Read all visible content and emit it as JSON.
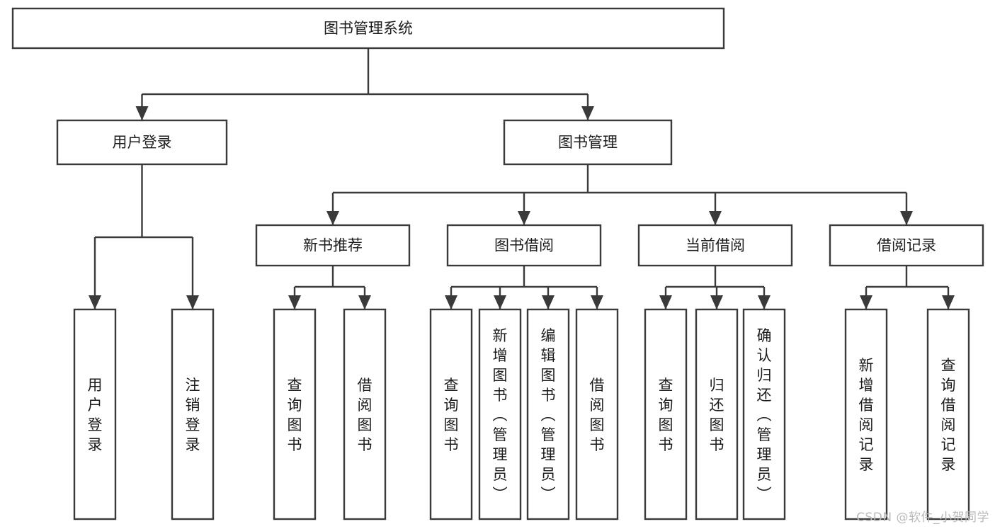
{
  "diagram": {
    "title": "图书管理系统",
    "type": "tree-hierarchy",
    "watermark": "CSDN @软件_小贺同学",
    "colors": {
      "box_stroke": "#3a3a3a",
      "box_fill": "#ffffff",
      "text": "#1c1c1c",
      "background": "#ffffff",
      "watermark": "#b9b9b9"
    },
    "root": {
      "label": "图书管理系统"
    },
    "level2": [
      {
        "label": "用户登录"
      },
      {
        "label": "图书管理"
      }
    ],
    "level3": [
      {
        "label": "新书推荐"
      },
      {
        "label": "图书借阅"
      },
      {
        "label": "当前借阅"
      },
      {
        "label": "借阅记录"
      }
    ],
    "leaves": {
      "user_login": [
        {
          "label": "用户登录"
        },
        {
          "label": "注销登录"
        }
      ],
      "new_book_recommend": [
        {
          "label": "查询图书"
        },
        {
          "label": "借阅图书"
        }
      ],
      "book_borrow": [
        {
          "label": "查询图书"
        },
        {
          "label": "新增图书（管理员）"
        },
        {
          "label": "编辑图书（管理员）"
        },
        {
          "label": "借阅图书"
        }
      ],
      "current_borrow": [
        {
          "label": "查询图书"
        },
        {
          "label": "归还图书"
        },
        {
          "label": "确认归还（管理员）"
        }
      ],
      "borrow_records": [
        {
          "label": "新增借阅记录"
        },
        {
          "label": "查询借阅记录"
        }
      ]
    }
  }
}
